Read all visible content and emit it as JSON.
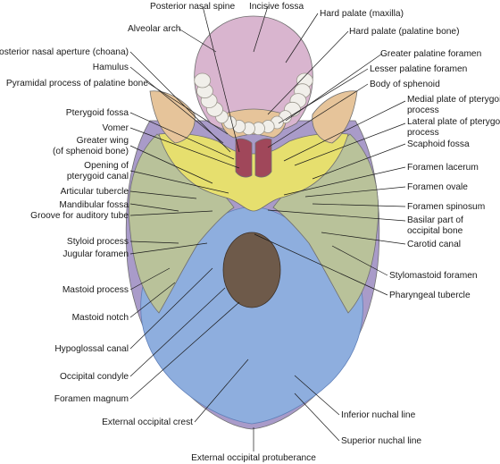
{
  "figure": {
    "colors": {
      "occipital": "#8eaede",
      "occipital_edge": "#5f7fb8",
      "temporal": "#b9c29a",
      "sphenoid": "#e6df6e",
      "maxilla": "#d9b5cf",
      "palatine": "#e6c49a",
      "parietal_rim": "#a99bc9",
      "teeth": "#f1efea",
      "foramen_magnum": "#6e5a4a",
      "leader": "#1a1a1a"
    },
    "labels": {
      "posterior_nasal_spine": "Posterior nasal spine",
      "incisive_fossa": "Incisive fossa",
      "hard_palate_maxilla": "Hard palate (maxilla)",
      "alveolar_arch": "Alveolar arch",
      "hard_palate_palatine": "Hard palate (palatine bone)",
      "posterior_nasal_aperture": "Posterior nasal aperture (choana)",
      "greater_palatine_foramen": "Greater palatine foramen",
      "hamulus": "Hamulus",
      "lesser_palatine_foramen": "Lesser palatine foramen",
      "pyramidal_process": "Pyramidal process of palatine bone",
      "body_of_sphenoid": "Body of sphenoid",
      "medial_plate_pterygoid": [
        "Medial plate of pterygoid",
        "process"
      ],
      "pterygoid_fossa": "Pterygoid fossa",
      "lateral_plate_pterygoid": [
        "Lateral plate of pterygoid",
        "process"
      ],
      "vomer": "Vomer",
      "scaphoid_fossa": "Scaphoid fossa",
      "greater_wing": [
        "Greater wing",
        "(of sphenoid bone)"
      ],
      "foramen_lacerum": "Foramen lacerum",
      "opening_pterygoid_canal": [
        "Opening of",
        "pterygoid canal"
      ],
      "foramen_ovale": "Foramen ovale",
      "articular_tubercle": "Articular tubercle",
      "mandibular_fossa": "Mandibular fossa",
      "foramen_spinosum": "Foramen spinosum",
      "groove_auditory_tube": "Groove for auditory tube",
      "basilar_part": [
        "Basilar part of",
        "occipital bone"
      ],
      "styloid_process": "Styloid process",
      "carotid_canal": "Carotid canal",
      "jugular_foramen": "Jugular foramen",
      "stylomastoid_foramen": "Stylomastoid foramen",
      "mastoid_process": "Mastoid process",
      "pharyngeal_tubercle": "Pharyngeal tubercle",
      "mastoid_notch": "Mastoid notch",
      "hypoglossal_canal": "Hypoglossal canal",
      "occipital_condyle": "Occipital condyle",
      "foramen_magnum": "Foramen magnum",
      "external_occipital_crest": "External occipital crest",
      "inferior_nuchal_line": "Inferior nuchal line",
      "superior_nuchal_line": "Superior nuchal line",
      "external_occipital_protuberance": "External occipital protuberance"
    }
  }
}
